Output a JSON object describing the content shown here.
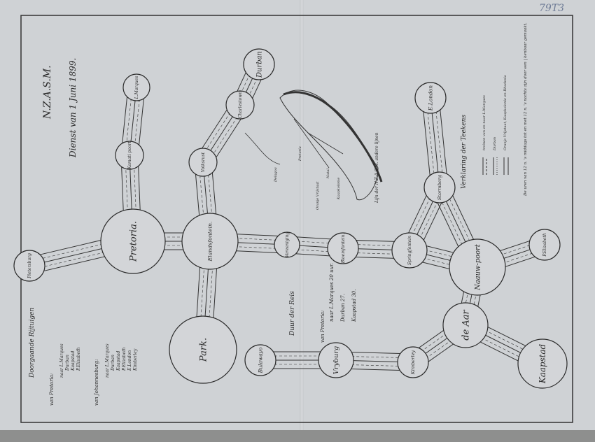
{
  "catalog_ref": "79T3",
  "title": "N.Z.A.S.M.",
  "subtitle": "Dienst van 1 Juni 1899.",
  "stations": [
    {
      "id": "pietersburg",
      "name": "Pietersburg"
    },
    {
      "id": "pretoria",
      "name": "Pretoria."
    },
    {
      "id": "elandsfontein",
      "name": "Elandsfontein."
    },
    {
      "id": "park",
      "name": "Park."
    },
    {
      "id": "volksrust",
      "name": "Volksrust"
    },
    {
      "id": "komatipoort",
      "name": "Komati poort"
    },
    {
      "id": "lmarques",
      "name": "L.Marques"
    },
    {
      "id": "charlestown",
      "name": "Charlestown"
    },
    {
      "id": "durban",
      "name": "Durban"
    },
    {
      "id": "vereeniging",
      "name": "Vereeniging"
    },
    {
      "id": "bloemfontein",
      "name": "Bloemfontein."
    },
    {
      "id": "springfontein",
      "name": "Springfontein"
    },
    {
      "id": "stormberg",
      "name": "Stormberg"
    },
    {
      "id": "eastlondon",
      "name": "E.London"
    },
    {
      "id": "naauwpoort",
      "name": "Naauw-poort"
    },
    {
      "id": "portelizabeth",
      "name": "P.Elizabeth"
    },
    {
      "id": "deaar",
      "name": "de Aar"
    },
    {
      "id": "kaapstad",
      "name": "Kaapstad"
    },
    {
      "id": "kimberley",
      "name": "Kimberley"
    },
    {
      "id": "vryburg",
      "name": "Vryburg"
    },
    {
      "id": "bulawayo",
      "name": "Bulawayo"
    }
  ],
  "map_note": "Lijn der N.Z.A.S.M. andere lijnen",
  "map_labels": [
    "Delagoa",
    "Pretoria",
    "Natal",
    "Kaapkolonie",
    "Oranje Vrijstaat"
  ],
  "left_table": {
    "heading": "Doorgaande Rijtuigen",
    "from_pretoria": "van Pretoria:",
    "pretoria_rows": [
      "naar L.Marques",
      "Durban",
      "Kaapstad",
      "P.Elizabeth"
    ],
    "from_johannesburg": "van Johannesburg:",
    "johannesburg_rows": [
      "naar L.Marques",
      "Durban",
      "Kaapstad",
      "P.Elizabeth",
      "E.London",
      "Kimberley"
    ]
  },
  "duration": {
    "heading": "Duur der Reis",
    "from": "van Pretoria:",
    "rows": [
      "naar L.Marques 20 uur.",
      "Durban 27.",
      "Kaapstad 30."
    ]
  },
  "legend": {
    "heading": "Verklaring der Teekens",
    "rows": [
      "treinen van en naar L.Marques",
      "Durban",
      "Oranje Vrijstaat, Kaapkolonie en Rhodesia"
    ],
    "note": "De uren van 12 n. 's middags tot en met 12 n. 's nachts zijn door een | kenbaar gemaakt."
  }
}
